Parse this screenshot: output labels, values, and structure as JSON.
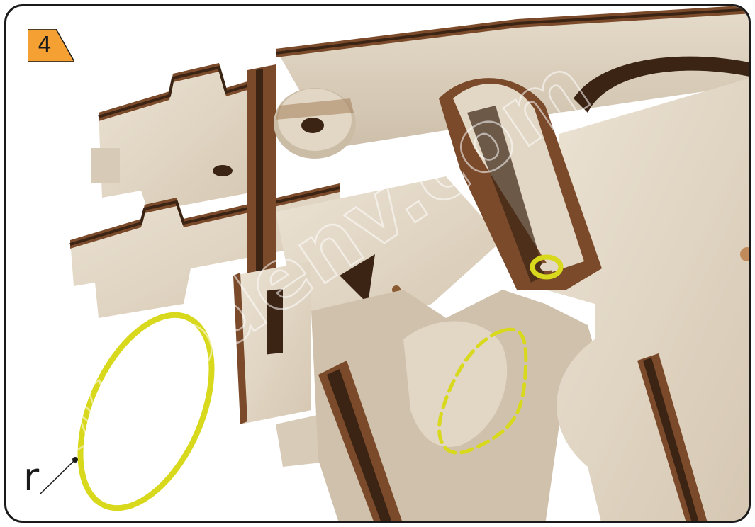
{
  "step": {
    "number": "4",
    "badge_color": "#f5a032"
  },
  "callout": {
    "label": "r",
    "highlight_color": "#d8d81c"
  },
  "watermark": {
    "text": "woodenv.com"
  },
  "colors": {
    "wood_face": "#e2d6c4",
    "wood_face_shadow": "#c9bba6",
    "wood_edge": "#7a4a2a",
    "wood_edge_dark": "#3b2414",
    "frame": "#1a1a1a"
  }
}
